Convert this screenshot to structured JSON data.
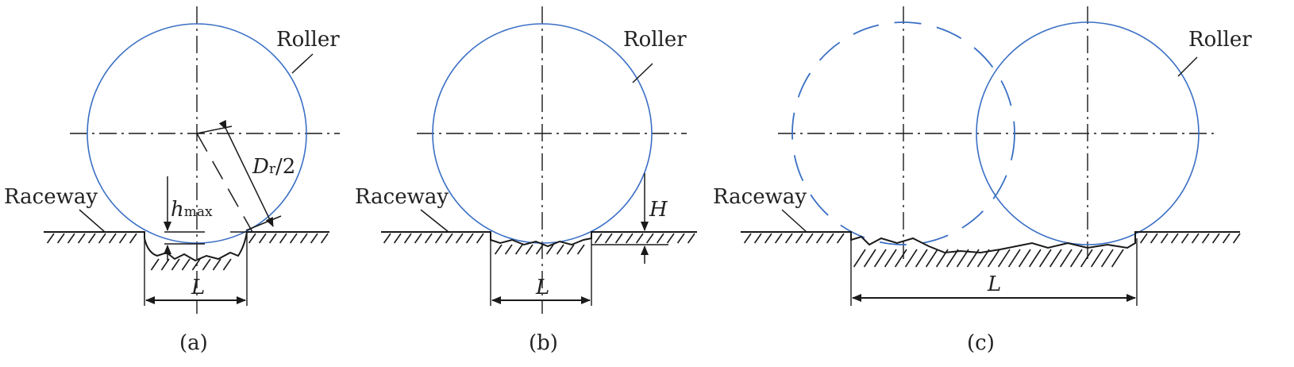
{
  "colors": {
    "roller": "#3a6fc4",
    "line": "#1a1a1a"
  },
  "panels": [
    {
      "id": "a",
      "caption": "(a)",
      "roller_label": "Roller",
      "raceway_label": "Raceway",
      "length_label": "L",
      "depth_label": "h",
      "depth_sub": "max",
      "radius_label": "D",
      "radius_sub": "r",
      "radius_suffix": "/2"
    },
    {
      "id": "b",
      "caption": "(b)",
      "roller_label": "Roller",
      "raceway_label": "Raceway",
      "length_label": "L",
      "depth_label": "H"
    },
    {
      "id": "c",
      "caption": "(c)",
      "roller_label": "Roller",
      "raceway_label": "Raceway",
      "length_label": "L"
    }
  ]
}
